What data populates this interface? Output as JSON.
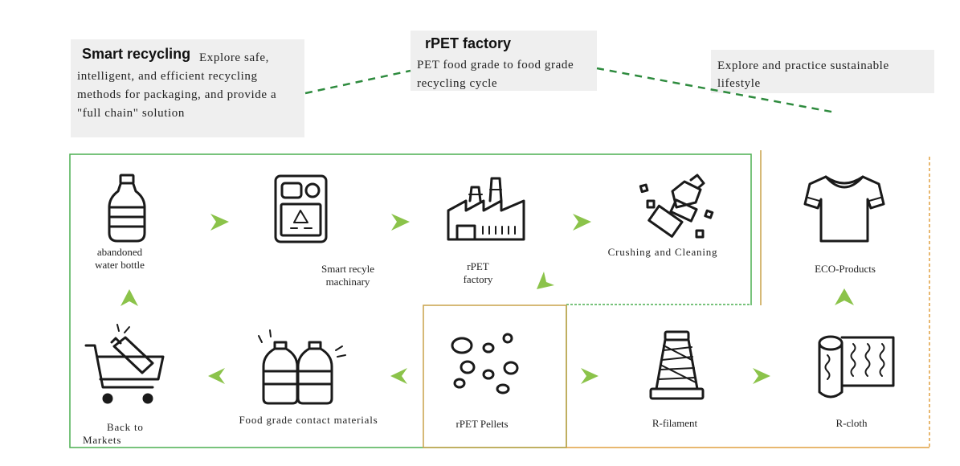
{
  "callouts": {
    "smart_recycling": {
      "title": "Smart recycling",
      "body": "Explore safe, intelligent, and efficient recycling methods for packaging, and provide a \"full chain\" solution"
    },
    "rpet_factory": {
      "title": "rPET factory",
      "body": "PET food grade to food grade recycling cycle"
    },
    "sustainable": {
      "body": "Explore and practice sustainable lifestyle"
    }
  },
  "steps": {
    "bottle": {
      "label": "abandoned water bottle",
      "icon": "water-bottle-icon"
    },
    "machinery": {
      "label": "Smart recyle machinary",
      "icon": "recycle-machine-icon"
    },
    "factory": {
      "label": "rPET factory",
      "icon": "factory-icon"
    },
    "crushing": {
      "label": "Crushing and Cleaning",
      "icon": "crushing-icon"
    },
    "eco": {
      "label": "ECO-Products",
      "icon": "tshirt-icon"
    },
    "markets": {
      "label": "Back to Markets",
      "icon": "shopping-cart-icon"
    },
    "food_grade": {
      "label": "Food grade contact materials",
      "icon": "bottles-icon"
    },
    "pellets": {
      "label": "rPET Pellets",
      "icon": "pellets-icon"
    },
    "filament": {
      "label": "R-filament",
      "icon": "spool-icon"
    },
    "cloth": {
      "label": "R-cloth",
      "icon": "cloth-roll-icon"
    }
  },
  "colors": {
    "green_box": "#4caf50",
    "gold_box": "#c9a24a",
    "orange_dashed": "#e0a040",
    "dashed_connector": "#2e8b3e",
    "arrow": "#8bc34a",
    "callout_bg": "#efefef",
    "icon_stroke": "#1a1a1a"
  }
}
